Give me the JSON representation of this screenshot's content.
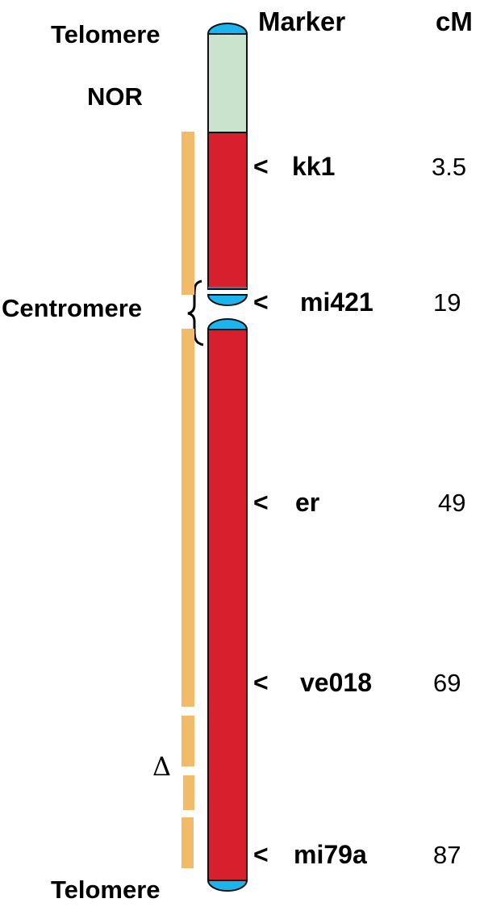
{
  "headers": {
    "marker": "Marker",
    "cm": "cM"
  },
  "labels": {
    "telomere_top": "Telomere",
    "nor": "NOR",
    "centromere": "Centromere",
    "delta": "Δ",
    "telomere_bottom": "Telomere"
  },
  "markers": [
    {
      "arrow": "<",
      "name": "kk1",
      "cm": "3.5"
    },
    {
      "arrow": "<",
      "name": "mi421",
      "cm": "19"
    },
    {
      "arrow": "<",
      "name": "er",
      "cm": "49"
    },
    {
      "arrow": "<",
      "name": "ve018",
      "cm": "69"
    },
    {
      "arrow": "<",
      "name": "mi79a",
      "cm": "87"
    }
  ],
  "colors": {
    "telomere": "#1cb4ec",
    "nor": "#c9e3cd",
    "arm": "#d81f2e",
    "coverage": "#f2bb6a",
    "outline": "#111111"
  }
}
